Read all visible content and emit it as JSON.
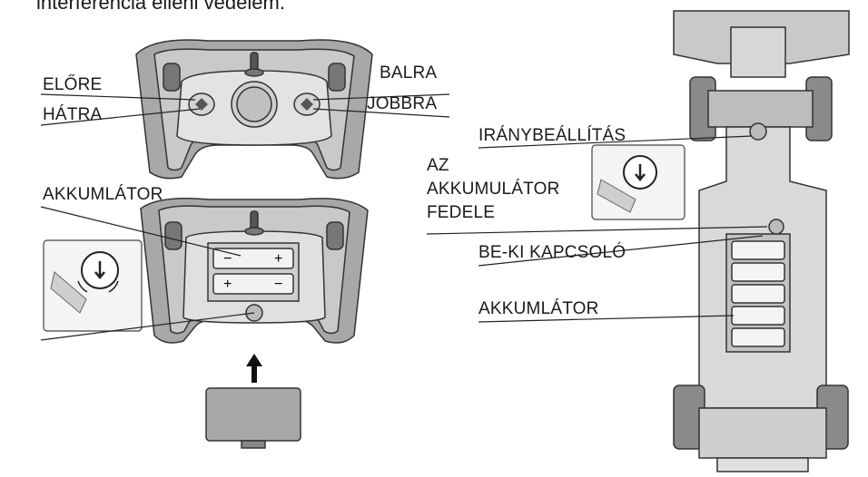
{
  "header": {
    "cut_text": "interferencia elleni védelem."
  },
  "controller": {
    "forward_label": "ELŐRE",
    "backward_label": "HÁTRA",
    "left_label": "BALRA",
    "right_label": "JOBBRA",
    "battery_label": "AKKUMLÁTOR",
    "battery_signs": {
      "minus": "−",
      "plus": "+"
    }
  },
  "car": {
    "steering_label": "IRÁNYBEÁLLÍTÁS",
    "cover_label_line1": "AZ",
    "cover_label_line2": "AKKUMULÁTOR",
    "cover_label_line3": "FEDELE",
    "switch_label": "BE-KI KAPCSOLÓ",
    "battery_label": "AKKUMLÁTOR"
  },
  "colors": {
    "outline": "#333333",
    "body_fill": "#d9d9d9",
    "dark_fill": "#8c8c8c",
    "mid_fill": "#b5b5b5"
  },
  "icons": [
    "screw-turn-icon",
    "up-arrow-icon"
  ]
}
